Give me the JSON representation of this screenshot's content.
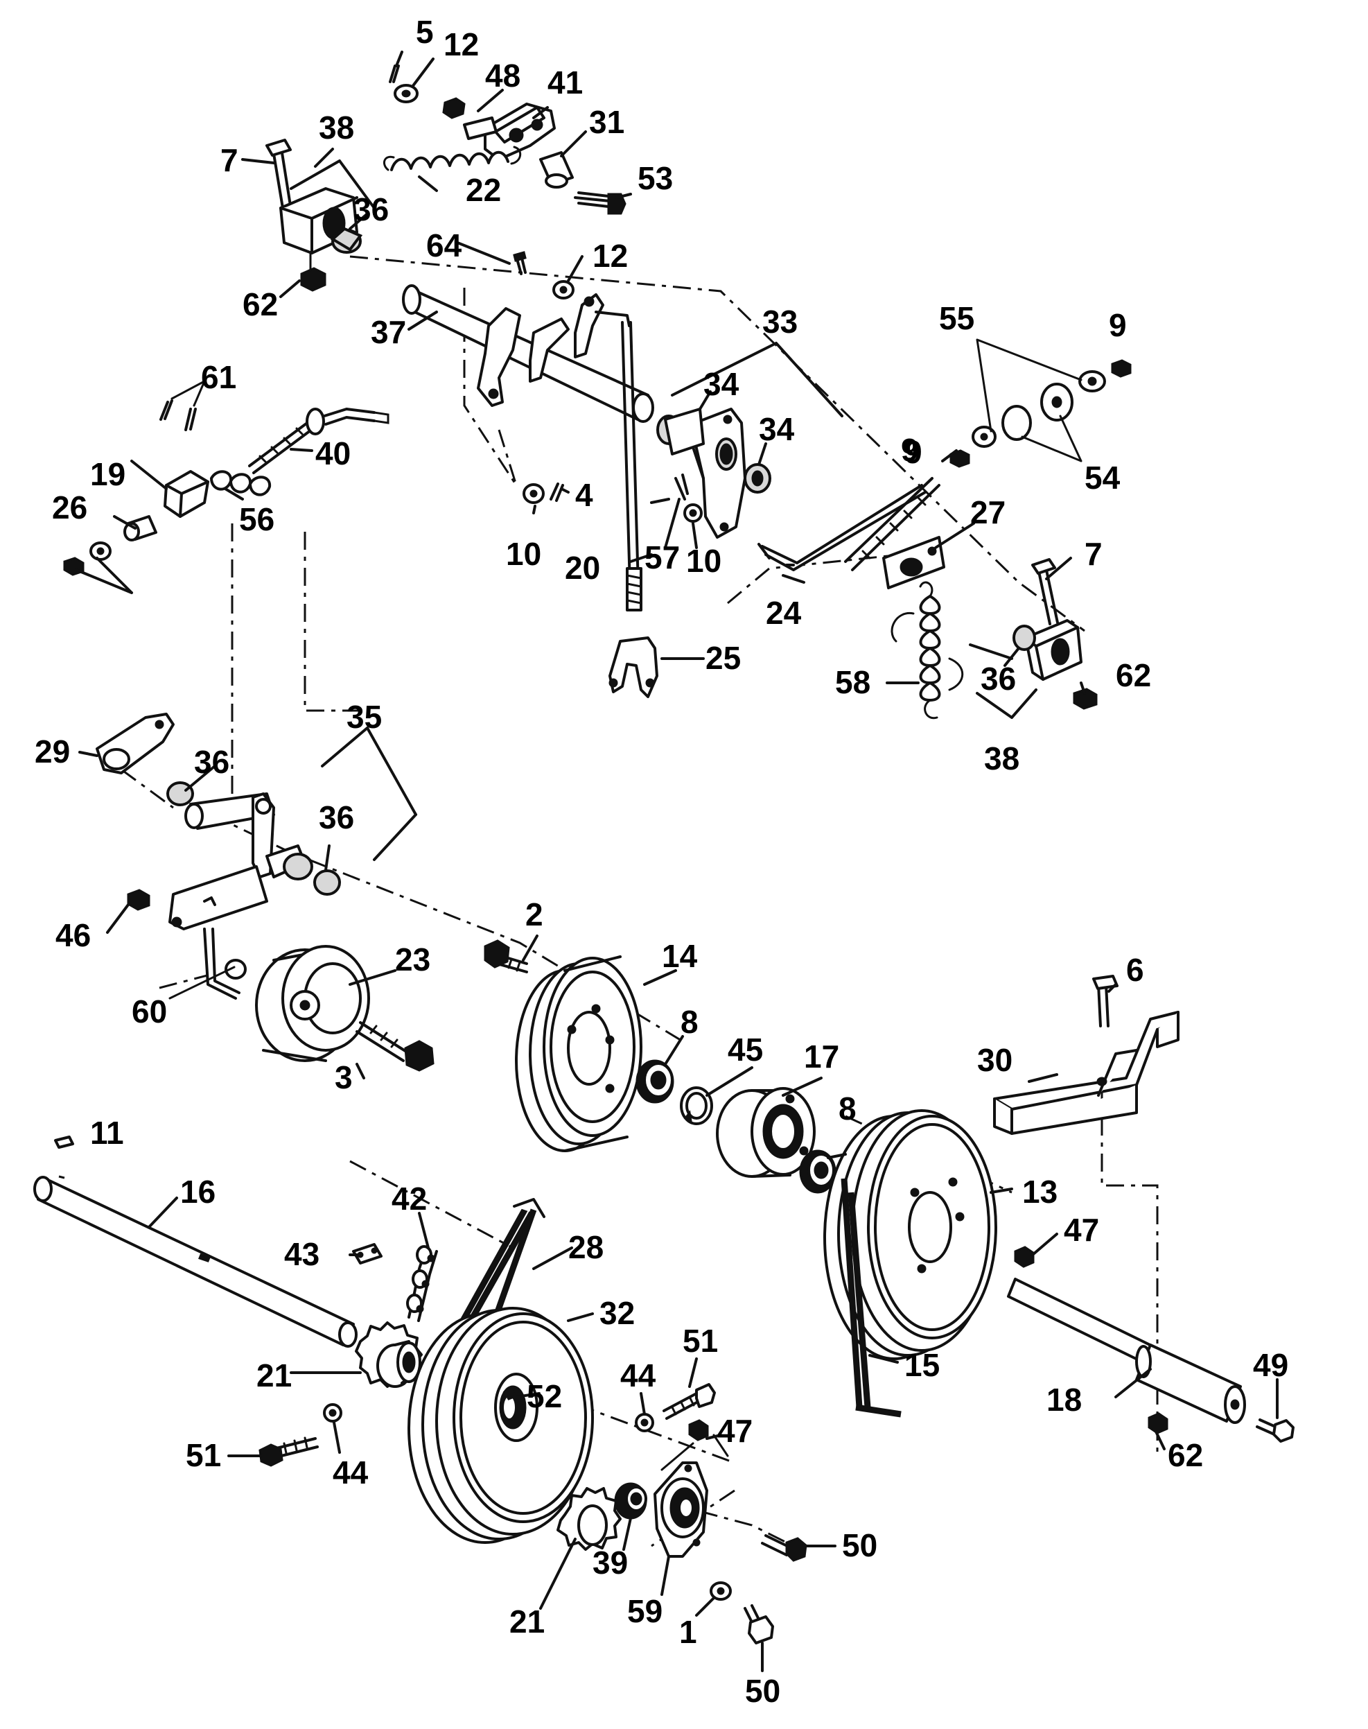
{
  "diagram": {
    "style_colors": {
      "ink": "#111111",
      "paper": "#ffffff",
      "shade": "#d8d8d8"
    },
    "callouts": [
      {
        "id": "c5",
        "text": "5"
      },
      {
        "id": "c12a",
        "text": "12"
      },
      {
        "id": "c48",
        "text": "48"
      },
      {
        "id": "c41",
        "text": "41"
      },
      {
        "id": "c31",
        "text": "31"
      },
      {
        "id": "c53",
        "text": "53"
      },
      {
        "id": "c7a",
        "text": "7"
      },
      {
        "id": "c38a",
        "text": "38"
      },
      {
        "id": "c22",
        "text": "22"
      },
      {
        "id": "c36a",
        "text": "36"
      },
      {
        "id": "c64",
        "text": "64"
      },
      {
        "id": "c12b",
        "text": "12"
      },
      {
        "id": "c62a",
        "text": "62"
      },
      {
        "id": "c37",
        "text": "37"
      },
      {
        "id": "c33",
        "text": "33"
      },
      {
        "id": "c55",
        "text": "55"
      },
      {
        "id": "c9a",
        "text": "9"
      },
      {
        "id": "c61",
        "text": "61"
      },
      {
        "id": "c34a",
        "text": "34"
      },
      {
        "id": "c34b",
        "text": "34"
      },
      {
        "id": "c40",
        "text": "40"
      },
      {
        "id": "c9b",
        "text": "9"
      },
      {
        "id": "c54",
        "text": "54"
      },
      {
        "id": "c19",
        "text": "19"
      },
      {
        "id": "c4",
        "text": "4"
      },
      {
        "id": "c26",
        "text": "26"
      },
      {
        "id": "c56",
        "text": "56"
      },
      {
        "id": "c27",
        "text": "27"
      },
      {
        "id": "c10a",
        "text": "10"
      },
      {
        "id": "c57",
        "text": "57"
      },
      {
        "id": "c10b",
        "text": "10"
      },
      {
        "id": "c9c",
        "text": "9"
      },
      {
        "id": "c20",
        "text": "20"
      },
      {
        "id": "c24",
        "text": "24"
      },
      {
        "id": "c7b",
        "text": "7"
      },
      {
        "id": "c25",
        "text": "25"
      },
      {
        "id": "c58",
        "text": "58"
      },
      {
        "id": "c36b",
        "text": "36"
      },
      {
        "id": "c62b",
        "text": "62"
      },
      {
        "id": "c35",
        "text": "35"
      },
      {
        "id": "c38b",
        "text": "38"
      },
      {
        "id": "c29",
        "text": "29"
      },
      {
        "id": "c36c",
        "text": "36"
      },
      {
        "id": "c36d",
        "text": "36"
      },
      {
        "id": "c2",
        "text": "2"
      },
      {
        "id": "c46",
        "text": "46"
      },
      {
        "id": "c14",
        "text": "14"
      },
      {
        "id": "c23",
        "text": "23"
      },
      {
        "id": "c6",
        "text": "6"
      },
      {
        "id": "c8a",
        "text": "8"
      },
      {
        "id": "c60",
        "text": "60"
      },
      {
        "id": "c45",
        "text": "45"
      },
      {
        "id": "c17",
        "text": "17"
      },
      {
        "id": "c30",
        "text": "30"
      },
      {
        "id": "c3",
        "text": "3"
      },
      {
        "id": "c8b",
        "text": "8"
      },
      {
        "id": "c11",
        "text": "11"
      },
      {
        "id": "c13",
        "text": "13"
      },
      {
        "id": "c16",
        "text": "16"
      },
      {
        "id": "c42",
        "text": "42"
      },
      {
        "id": "c47a",
        "text": "47"
      },
      {
        "id": "c28",
        "text": "28"
      },
      {
        "id": "c43",
        "text": "43"
      },
      {
        "id": "c32",
        "text": "32"
      },
      {
        "id": "c51a",
        "text": "51"
      },
      {
        "id": "c49",
        "text": "49"
      },
      {
        "id": "c15",
        "text": "15"
      },
      {
        "id": "c21a",
        "text": "21"
      },
      {
        "id": "c44a",
        "text": "44"
      },
      {
        "id": "c52",
        "text": "52"
      },
      {
        "id": "c18",
        "text": "18"
      },
      {
        "id": "c47b",
        "text": "47"
      },
      {
        "id": "c62c",
        "text": "62"
      },
      {
        "id": "c51b",
        "text": "51"
      },
      {
        "id": "c44b",
        "text": "44"
      },
      {
        "id": "c21b",
        "text": "21"
      },
      {
        "id": "c39",
        "text": "39"
      },
      {
        "id": "c50a",
        "text": "50"
      },
      {
        "id": "c59",
        "text": "59"
      },
      {
        "id": "c1",
        "text": "1"
      },
      {
        "id": "c50b",
        "text": "50"
      }
    ]
  }
}
